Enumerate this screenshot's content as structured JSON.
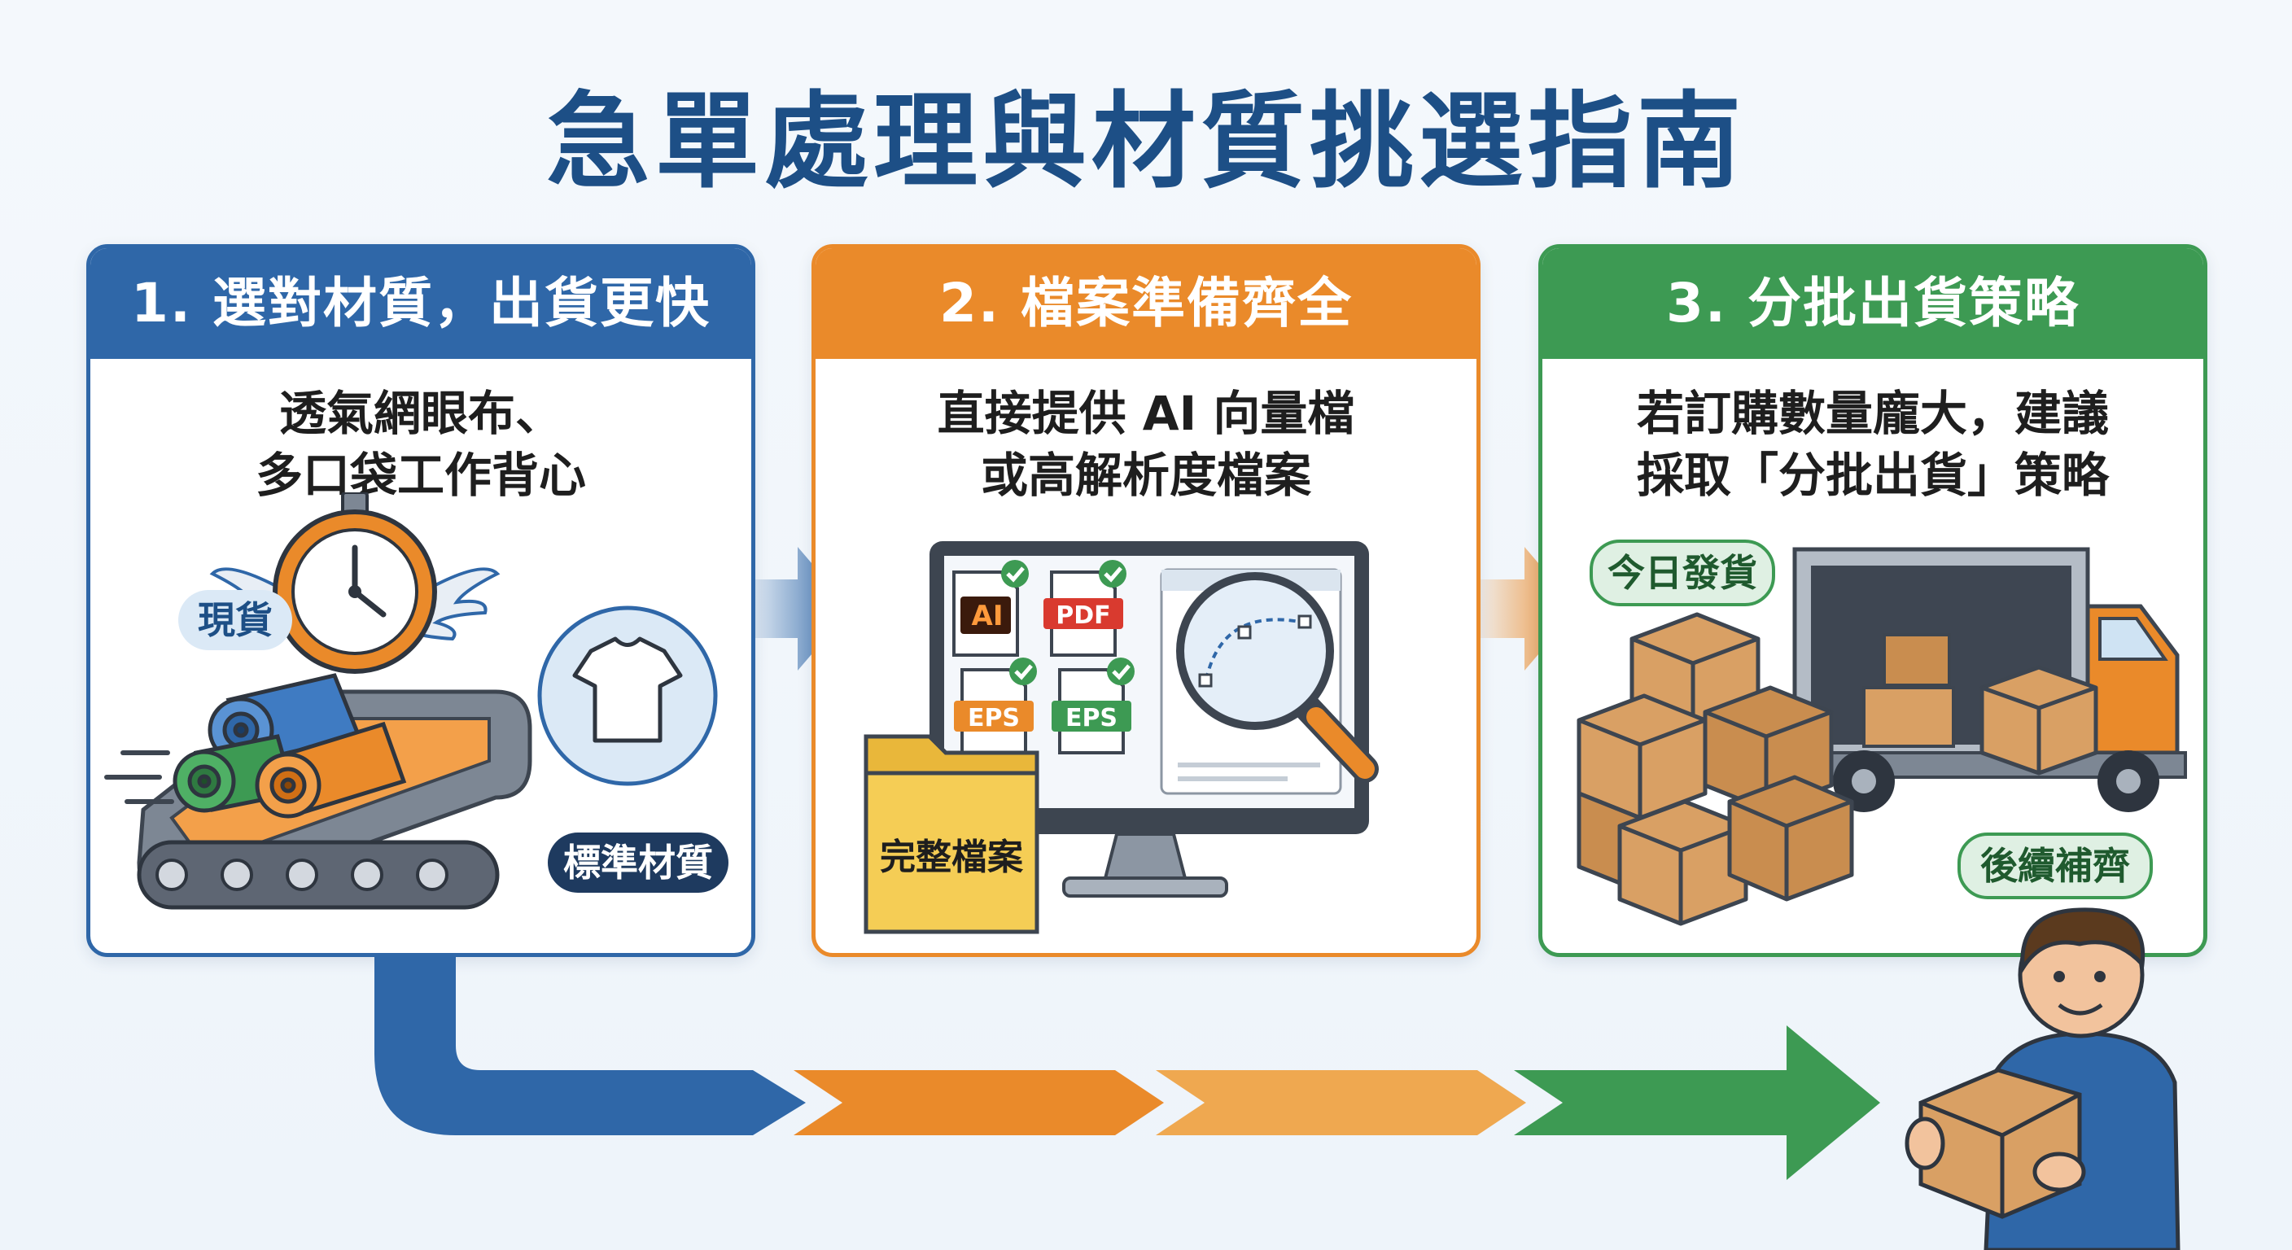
{
  "title": "急單處理與材質挑選指南",
  "colors": {
    "title": "#1d4f86",
    "blue": "#2f67a8",
    "orange": "#ea8a2a",
    "green": "#3d9a53"
  },
  "steps": [
    {
      "heading": "1. 選對材質，出貨更快",
      "desc_lines": [
        "透氣網眼布、",
        "多口袋工作背心"
      ],
      "labels": {
        "stock": "現貨",
        "standard": "標準材質"
      },
      "icons": [
        "fabric-rolls-icon",
        "conveyor-belt-icon",
        "winged-stopwatch-icon",
        "tshirt-icon"
      ]
    },
    {
      "heading": "2. 檔案準備齊全",
      "desc_lines": [
        "直接提供 AI 向量檔",
        "或高解析度檔案"
      ],
      "labels": {
        "folder": "完整檔案"
      },
      "file_types": [
        "AI",
        "PDF",
        "EPS",
        "EPS"
      ],
      "icons": [
        "monitor-icon",
        "magnifier-icon",
        "folder-icon",
        "check-icon"
      ]
    },
    {
      "heading": "3. 分批出貨策略",
      "desc_lines": [
        "若訂購數量龐大，建議",
        "採取「分批出貨」策略"
      ],
      "labels": {
        "today": "今日發貨",
        "later": "後續補齊"
      },
      "icons": [
        "boxes-icon",
        "delivery-truck-icon"
      ]
    }
  ]
}
